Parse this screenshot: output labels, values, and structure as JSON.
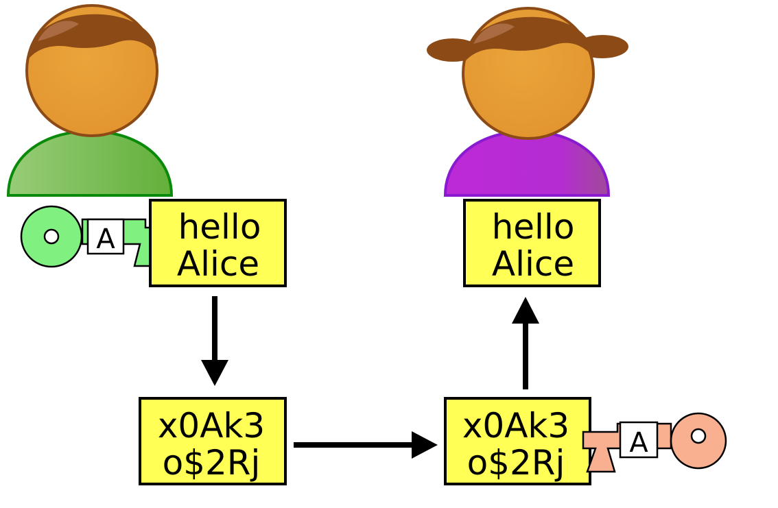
{
  "sender_message": {
    "line1": "hello",
    "line2": "Alice"
  },
  "encrypted_sender": {
    "line1": "x0Ak3",
    "line2": "o$2Rj"
  },
  "encrypted_receiver": {
    "line1": "x0Ak3",
    "line2": "o$2Rj"
  },
  "receiver_message": {
    "line1": "hello",
    "line2": "Alice"
  },
  "encrypt_key": {
    "label": "A",
    "color": "#80f080"
  },
  "decrypt_key": {
    "label": "A",
    "color": "#f8b090"
  },
  "colors": {
    "box_fill": "#ffff55",
    "sender_shirt": "#6fbf45",
    "receiver_shirt": "#bb2fd6",
    "skin": "#e8a033",
    "hair": "#8b4a16"
  }
}
